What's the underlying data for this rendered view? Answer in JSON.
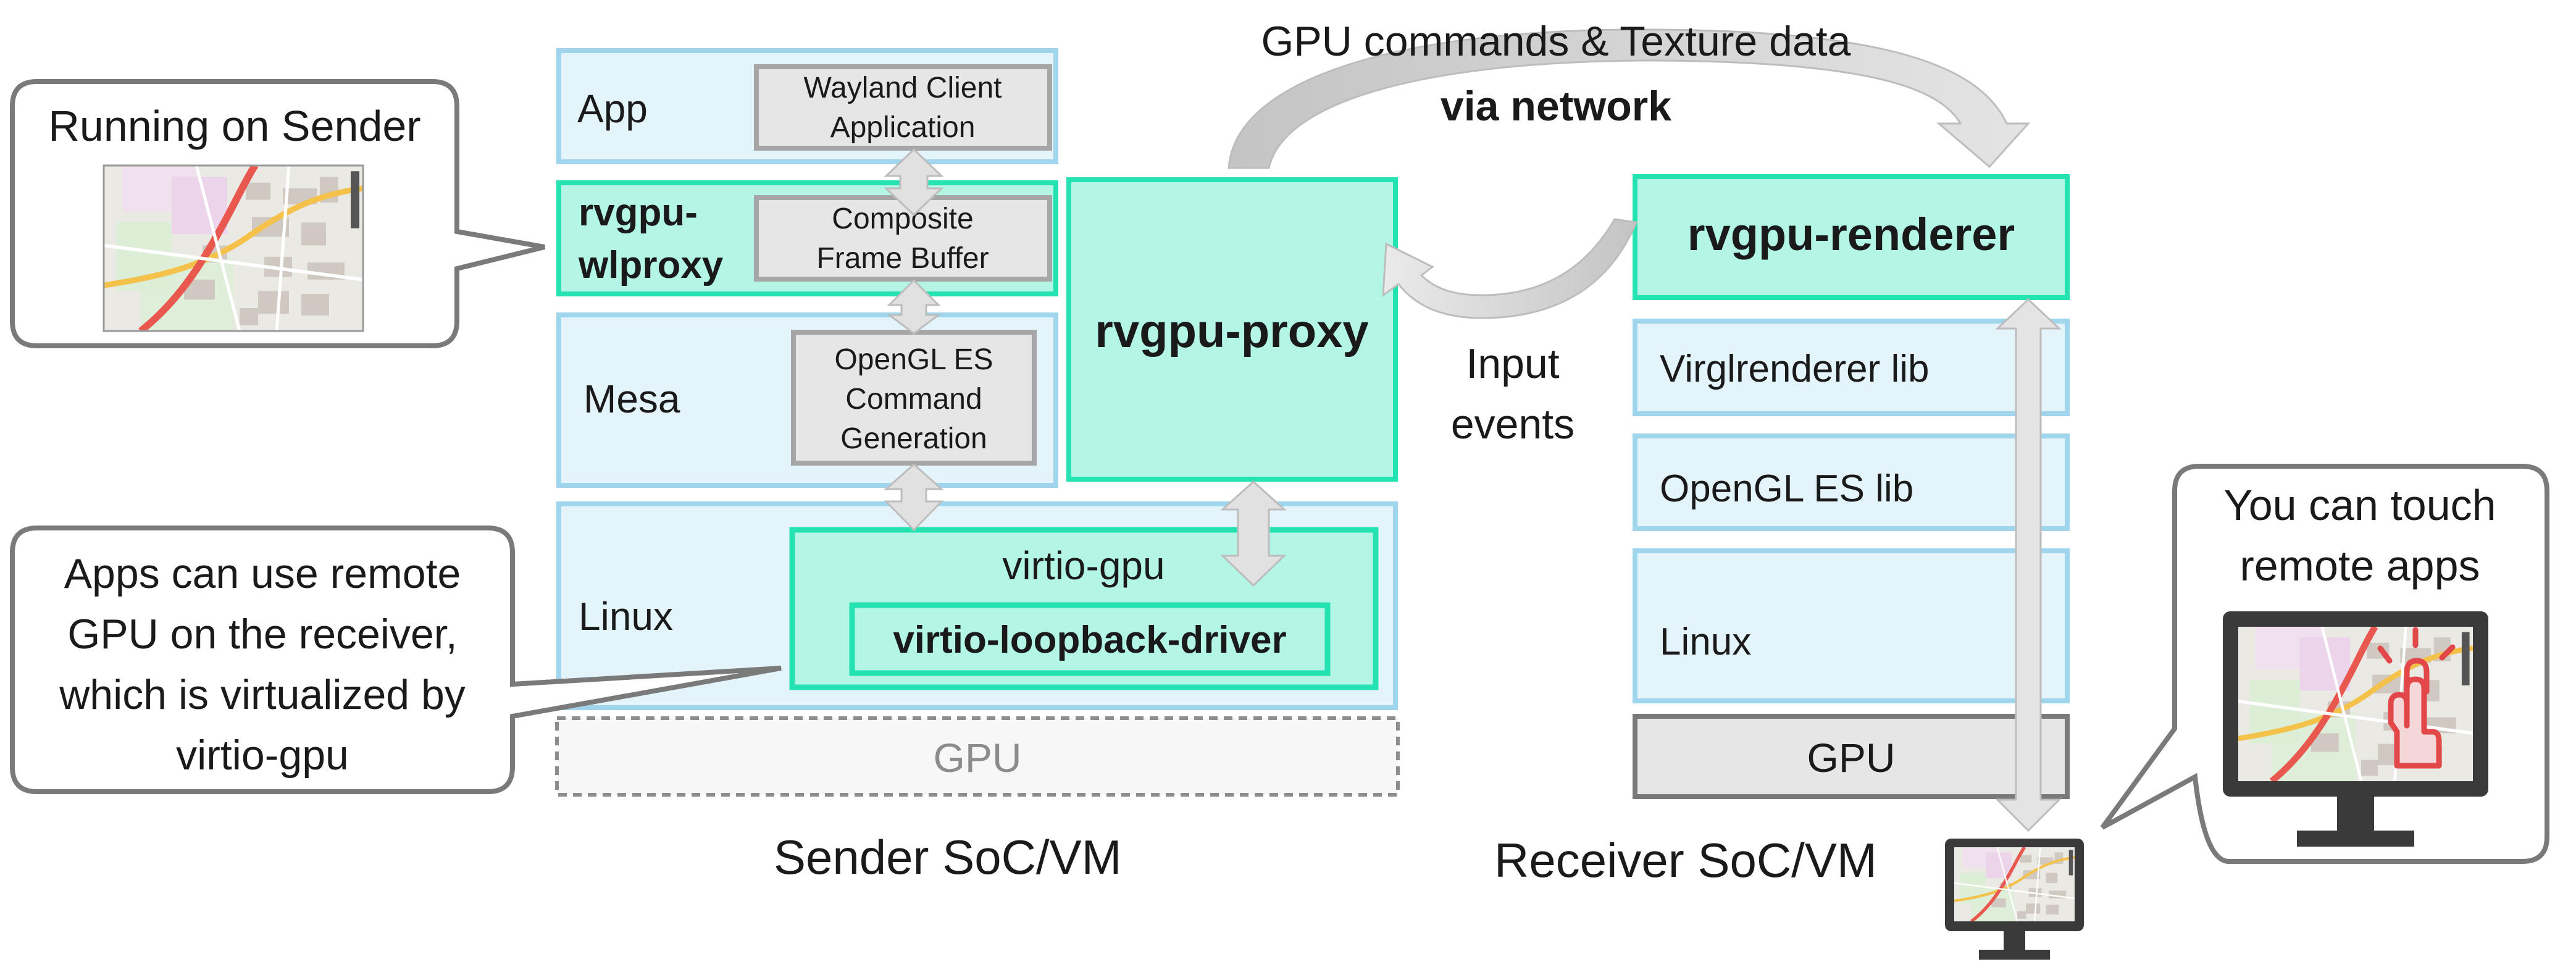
{
  "diagram": {
    "sender": {
      "caption": "Sender SoC/VM",
      "layers": {
        "app": {
          "label": "App",
          "component": [
            "Wayland Client",
            "Application"
          ]
        },
        "wlproxy": {
          "label": [
            "rvgpu-",
            "wlproxy"
          ],
          "component": [
            "Composite",
            "Frame Buffer"
          ]
        },
        "mesa": {
          "label": "Mesa",
          "component": [
            "OpenGL ES",
            "Command",
            "Generation"
          ]
        },
        "linux": {
          "label": "Linux",
          "virtio_gpu": "virtio-gpu",
          "driver": "virtio-loopback-driver"
        },
        "gpu": {
          "label": "GPU"
        }
      },
      "proxy": {
        "label": "rvgpu-proxy"
      }
    },
    "receiver": {
      "caption": "Receiver SoC/VM",
      "renderer": "rvgpu-renderer",
      "layers": [
        "Virglrenderer lib",
        "OpenGL ES lib",
        "Linux",
        "GPU"
      ]
    },
    "network_label": {
      "line1": "GPU commands & Texture data",
      "line2": "via network"
    },
    "input_label": [
      "Input",
      "events"
    ],
    "callouts": {
      "running": "Running on Sender",
      "apps": [
        "Apps can use remote",
        "GPU on the receiver,",
        "which is virtualized by",
        "virtio-gpu"
      ],
      "touch": [
        "You can touch",
        "remote apps"
      ]
    },
    "colors": {
      "light_blue_fill": "#e4f4fb",
      "light_blue_stroke": "#9fd6ee",
      "teal_fill": "#b3f6e6",
      "teal_stroke": "#25e2b3",
      "gray_fill": "#e6e6e6",
      "gray_stroke": "#a6a6a6",
      "hand": "#e2474a"
    }
  }
}
